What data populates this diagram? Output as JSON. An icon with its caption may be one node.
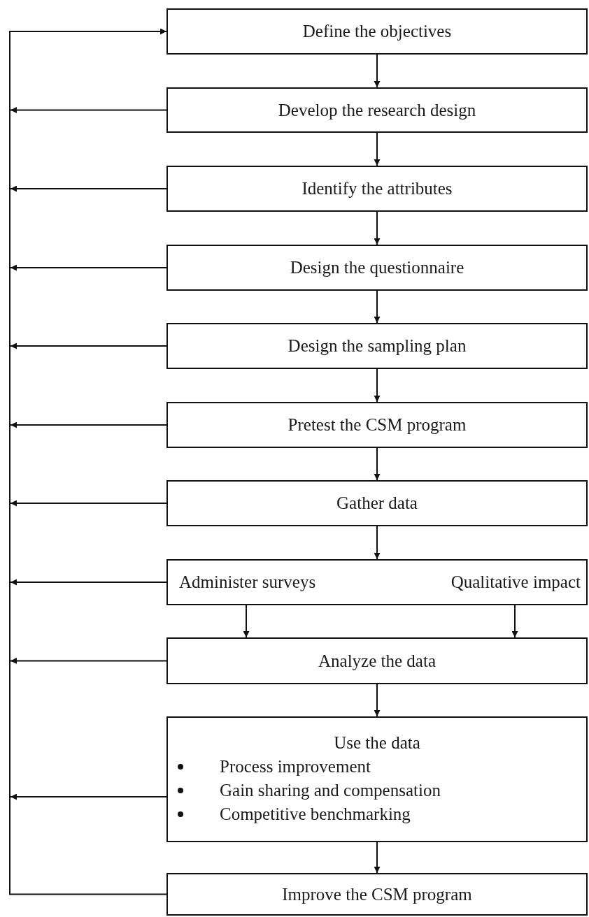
{
  "diagram": {
    "nodes": [
      {
        "text": [
          "Define the objectives"
        ]
      },
      {
        "text": [
          "Develop the research design"
        ]
      },
      {
        "text": [
          "Identify the attributes"
        ]
      },
      {
        "text": [
          "Design the questionnaire"
        ]
      },
      {
        "text": [
          "Design the sampling plan"
        ]
      },
      {
        "text": [
          "Pretest the CSM program"
        ]
      },
      {
        "text": [
          "Gather data"
        ]
      },
      {
        "text": [
          "Administer surveys",
          "Qualitative impact"
        ]
      },
      {
        "text": [
          "Analyze the data"
        ]
      },
      {
        "text": [
          "Use the data",
          "Process improvement",
          "Gain sharing and compensation",
          "Competitive benchmarking"
        ]
      },
      {
        "text": [
          "Improve the CSM program"
        ]
      }
    ],
    "edges": [
      {
        "from": 0,
        "to": 1,
        "arrow": "to"
      },
      {
        "from": 1,
        "to": 2,
        "arrow": "to"
      },
      {
        "from": 2,
        "to": 3,
        "arrow": "to"
      },
      {
        "from": 3,
        "to": 4,
        "arrow": "to"
      },
      {
        "from": 4,
        "to": 5,
        "arrow": "to"
      },
      {
        "from": 5,
        "to": 6,
        "arrow": "to"
      },
      {
        "from": 6,
        "to": 7,
        "arrow": "to"
      },
      {
        "from": 7,
        "to": 8,
        "arrow": "to"
      },
      {
        "from": 7,
        "to": 8,
        "arrow": "to"
      },
      {
        "from": 8,
        "to": 9,
        "arrow": "to"
      },
      {
        "from": 9,
        "to": 10,
        "arrow": "to"
      },
      {
        "from": 1,
        "to": null,
        "arrow": "to"
      },
      {
        "from": 2,
        "to": null,
        "arrow": "to"
      },
      {
        "from": 3,
        "to": null,
        "arrow": "to"
      },
      {
        "from": 4,
        "to": null,
        "arrow": "to"
      },
      {
        "from": 5,
        "to": null,
        "arrow": "to"
      },
      {
        "from": 6,
        "to": null,
        "arrow": "to"
      },
      {
        "from": 7,
        "to": null,
        "arrow": "to"
      },
      {
        "from": 8,
        "to": null,
        "arrow": "to"
      },
      {
        "from": 9,
        "to": null,
        "arrow": "to"
      },
      {
        "from": 10,
        "to": 0,
        "arrow": "to"
      }
    ]
  }
}
